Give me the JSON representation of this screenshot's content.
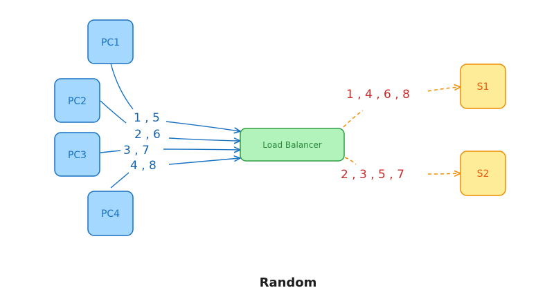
{
  "colors": {
    "client_fill": "#a5d8ff",
    "client_stroke": "#1971c2",
    "lb_fill": "#b2f2bb",
    "lb_stroke": "#2f9e44",
    "server_fill": "#ffec99",
    "server_stroke": "#f08c00",
    "blue_text": "#1864ab",
    "red_text": "#c92a2a",
    "orange_line": "#f08c00",
    "dark_text": "#1e1e1e"
  },
  "clients": [
    {
      "label": "PC1"
    },
    {
      "label": "PC2"
    },
    {
      "label": "PC3"
    },
    {
      "label": "PC4"
    }
  ],
  "load_balancer": {
    "label": "Load Balancer"
  },
  "servers": [
    {
      "label": "S1"
    },
    {
      "label": "S2"
    }
  ],
  "client_requests": [
    {
      "text": "1 , 5"
    },
    {
      "text": "2 , 6"
    },
    {
      "text": "3 , 7"
    },
    {
      "text": "4 , 8"
    }
  ],
  "server_assignments": [
    {
      "text": "1 , 4 , 6 , 8"
    },
    {
      "text": "2 , 3 , 5 , 7"
    }
  ],
  "caption": "Random"
}
